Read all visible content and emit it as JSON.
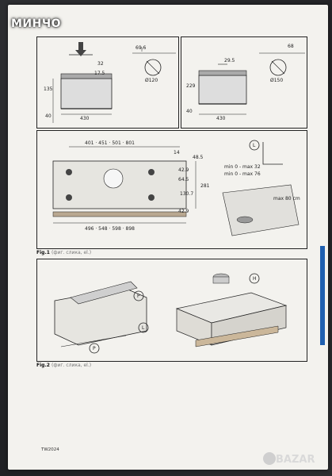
{
  "watermark": {
    "top": "МИНЧО",
    "bottom": "BAZAR"
  },
  "fig1": {
    "label": "Fig.1",
    "note": "(фиг. слика, el.)"
  },
  "fig2": {
    "label": "Fig.2",
    "note": "(фиг. слика, el.)"
  },
  "doc_code": "TW2024",
  "top_left": {
    "d32": "32",
    "d175": "17.5",
    "d135": "135",
    "d40": "40",
    "d430": "430",
    "d696": "69.6",
    "dia120": "Ø120"
  },
  "top_right": {
    "d295": "29.5",
    "d229": "229",
    "d40": "40",
    "d430": "430",
    "d68": "68",
    "dia150": "Ø150"
  },
  "middle": {
    "width_top": "401 · 451 · 501 · 801",
    "d14": "14",
    "d485": "48.5",
    "d429a": "42.9",
    "d645": "64.5",
    "d1307": "130.7",
    "d429b": "42.9",
    "d281": "281",
    "width_bottom": "496 · 548 · 598 · 898",
    "min32": "min 0 - max 32",
    "min76": "min 0 - max 76",
    "max80": "max 80 cm",
    "tag_L": "L"
  },
  "bottom": {
    "tag_P1": "P",
    "tag_L": "L",
    "tag_P2": "P",
    "tag_H": "H"
  }
}
